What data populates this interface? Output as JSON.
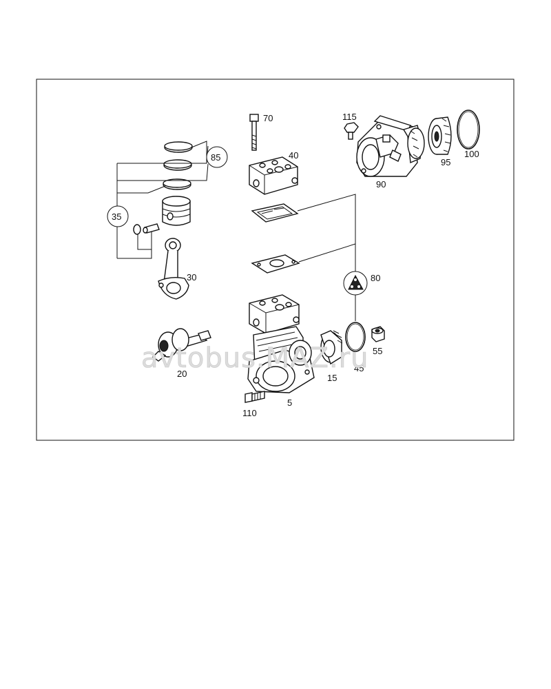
{
  "watermark": "avtobus.MAZ.ru",
  "callouts": [
    {
      "id": "70",
      "part": "bolt"
    },
    {
      "id": "40",
      "part": "cylinder-head"
    },
    {
      "id": "115",
      "part": "bolt"
    },
    {
      "id": "90",
      "part": "pump-housing"
    },
    {
      "id": "95",
      "part": "pulley"
    },
    {
      "id": "100",
      "part": "o-ring"
    },
    {
      "id": "85",
      "part": "piston-ring-set"
    },
    {
      "id": "35",
      "part": "piston-pin-set"
    },
    {
      "id": "30",
      "part": "connecting-rod"
    },
    {
      "id": "80",
      "part": "gasket-kit"
    },
    {
      "id": "20",
      "part": "crankshaft"
    },
    {
      "id": "15",
      "part": "gear"
    },
    {
      "id": "45",
      "part": "seal-ring"
    },
    {
      "id": "55",
      "part": "nut"
    },
    {
      "id": "110",
      "part": "bolt"
    },
    {
      "id": "5",
      "part": "compressor-housing"
    }
  ]
}
